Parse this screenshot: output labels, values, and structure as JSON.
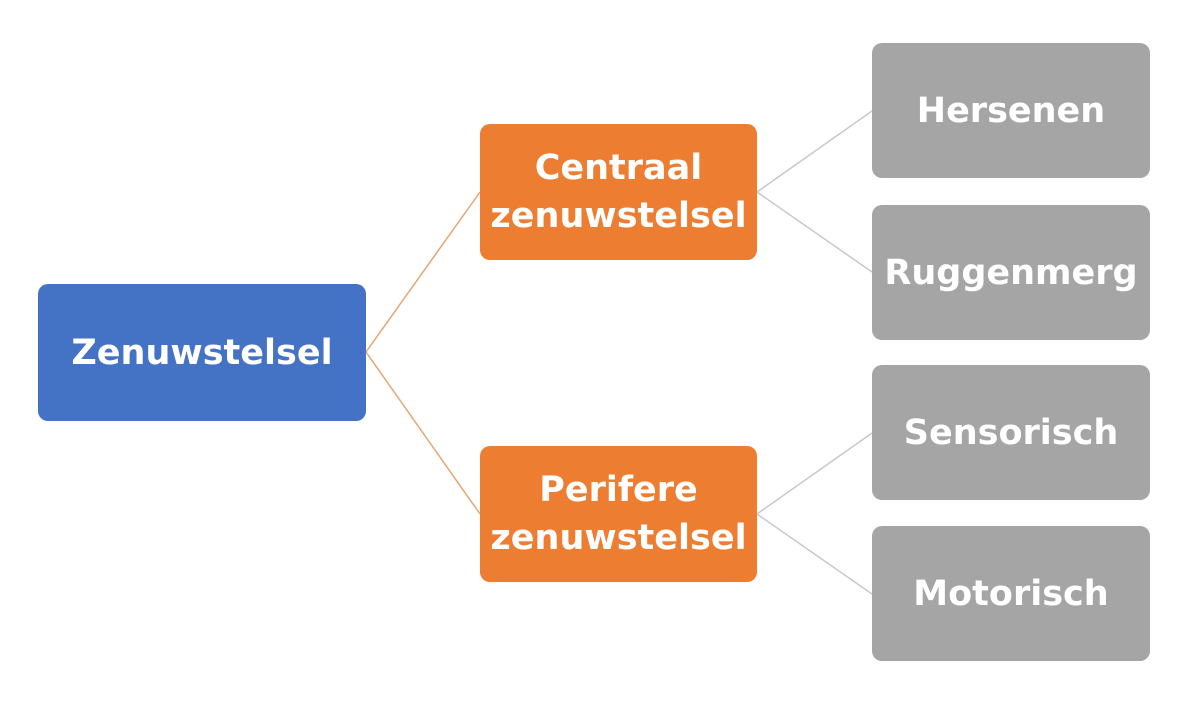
{
  "diagram": {
    "root": {
      "label": "Zenuwstelsel"
    },
    "branches": [
      {
        "line1": "Centraal",
        "line2": "zenuwstelsel",
        "children": [
          "Hersenen",
          "Ruggenmerg"
        ]
      },
      {
        "line1": "Perifere",
        "line2": "zenuwstelsel",
        "children": [
          "Sensorisch",
          "Motorisch"
        ]
      }
    ]
  },
  "colors": {
    "root": "#4472c4",
    "branch": "#ed7d31",
    "leaf": "#a5a5a5",
    "root_connector": "#e8a672",
    "leaf_connector": "#c8c8c8"
  }
}
